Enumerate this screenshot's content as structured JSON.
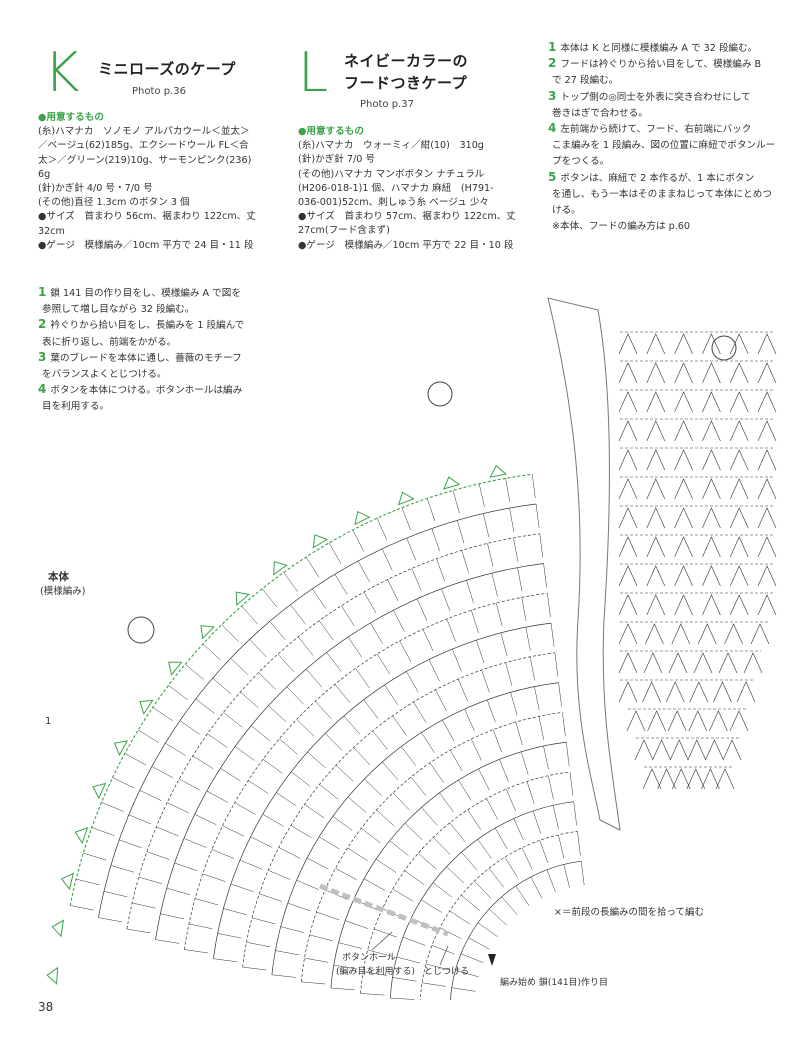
{
  "K": {
    "letter": "K",
    "title": "ミニローズのケープ",
    "photo": "Photo p.36",
    "materials_heading": "●用意するもの",
    "lines": [
      "(糸)ハマナカ　ソノモノ アルパカウール＜並太＞",
      "／ベージュ(62)185g、エクシードウール FL＜合",
      "太＞／グリーン(219)10g、サーモンピンク(236)",
      "6g",
      "(針)かぎ針 4/0 号・7/0 号",
      "(その他)直径 1.3cm のボタン 3 個",
      "●サイズ　首まわり 56cm、裾まわり 122cm、丈",
      "32cm",
      "●ゲージ　模様編み／10cm 平方で 24 目・11 段"
    ],
    "steps": [
      {
        "n": "1",
        "text": "鎖 141 目の作り目をし、模様編み A で図を"
      },
      {
        "n": "",
        "text": "参照して増し目ながら 32 段編む。"
      },
      {
        "n": "2",
        "text": "衿ぐりから拾い目をし、長編みを 1 段編んで"
      },
      {
        "n": "",
        "text": "表に折り返し、前端をかがる。"
      },
      {
        "n": "3",
        "text": "葉のブレードを本体に通し、薔薇のモチーフ"
      },
      {
        "n": "",
        "text": "をバランスよくとじつける。"
      },
      {
        "n": "4",
        "text": "ボタンを本体につける。ボタンホールは編み"
      },
      {
        "n": "",
        "text": "目を利用する。"
      }
    ]
  },
  "L": {
    "letter": "L",
    "title_line1": "ネイビーカラーの",
    "title_line2": "フードつきケープ",
    "photo": "Photo p.37",
    "materials_heading": "●用意するもの",
    "lines": [
      "(糸)ハマナカ　ウォーミィ／紺(10)　310g",
      "(針)かぎ針 7/0 号",
      "(その他)ハマナカ マンボボタン ナチュラル",
      "(H206-018-1)1 個、ハマナカ 麻紐　(H791-",
      "036-001)52cm、刺しゅう糸 ベージュ 少々",
      "●サイズ　首まわり 57cm、裾まわり 122cm、丈",
      "27cm(フード含まず)",
      "●ゲージ　模様編み／10cm 平方で 22 目・10 段"
    ],
    "steps": [
      {
        "n": "1",
        "text": "本体は K と同様に模様編み A で 32 段編む。"
      },
      {
        "n": "2",
        "text": "フードは衿ぐりから拾い目をして、模様編み B"
      },
      {
        "n": "",
        "text": "で 27 段編む。"
      },
      {
        "n": "3",
        "text": "トップ側の◎同士を外表に突き合わせにして"
      },
      {
        "n": "",
        "text": "巻きはぎで合わせる。"
      },
      {
        "n": "4",
        "text": "左前端から続けて、フード、右前端にバック"
      },
      {
        "n": "",
        "text": "こま編みを 1 段編み、図の位置に麻紐でボタンルー"
      },
      {
        "n": "",
        "text": "プをつくる。"
      },
      {
        "n": "5",
        "text": "ボタンは、麻紐で 2 本作るが、1 本にボタン"
      },
      {
        "n": "",
        "text": "を通し、もう一本はそのままねじって本体にとめつ"
      },
      {
        "n": "",
        "text": "ける。"
      },
      {
        "n": "",
        "text": "※本体、フードの編み方は p.60"
      }
    ]
  },
  "diagram": {
    "body_label": "本体",
    "pattern_label": "(模様編み)",
    "legend": "×＝前段の長編みの間を拾って編む",
    "buttonhole_line1": "ボタンホール",
    "buttonhole_line2": "(編み目を利用する)",
    "attach_label": "とじつける",
    "start_label": "編み始め 鎖(141目)作り目",
    "row1": "1"
  },
  "page_number": "38",
  "colors": {
    "accent": "#3aa34a",
    "ink": "#333333",
    "gray": "#bfbfbf"
  }
}
